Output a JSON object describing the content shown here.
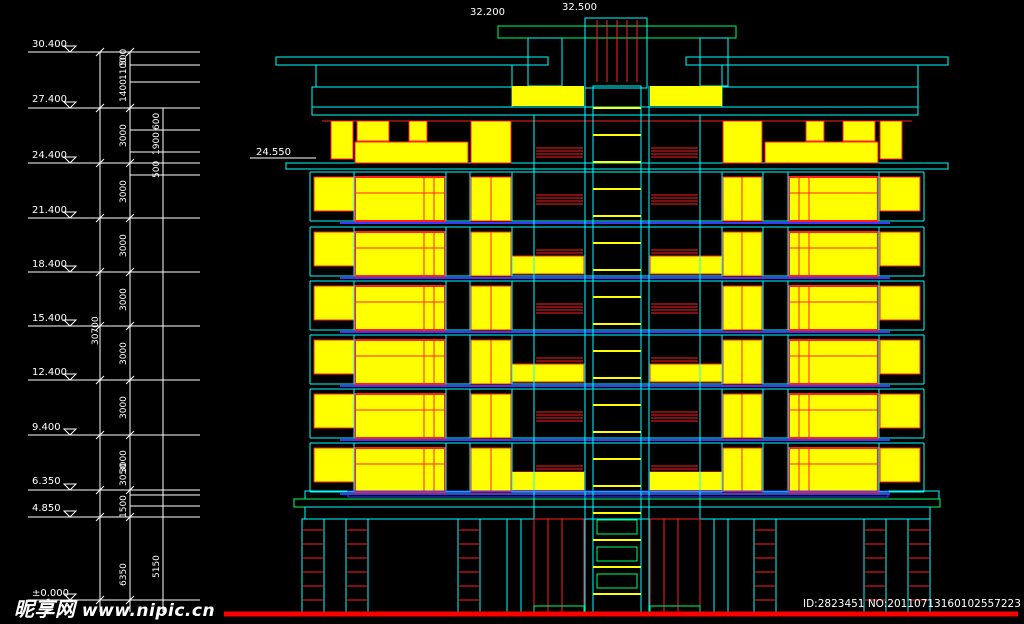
{
  "drawing": {
    "elevation_marks": [
      "30.400",
      "27.400",
      "24.400",
      "21.400",
      "18.400",
      "15.400",
      "12.400",
      "9.400",
      "6.350",
      "4.850",
      "±0.000"
    ],
    "storey_dims": [
      "1400",
      "3000",
      "3000",
      "3000",
      "3000",
      "3000",
      "3000",
      "3000",
      "3050",
      "1500",
      "6350"
    ],
    "detail_dims": [
      "500",
      "1100",
      "600",
      "1900",
      "500",
      "5150"
    ],
    "overall_height": "30700",
    "roof_marks": {
      "left_top": "32.200",
      "center_top": "32.500",
      "side": "24.550"
    }
  },
  "watermark": {
    "site_cn": "昵享网",
    "site_url": "www.nipic.cn",
    "image_id": "ID:2823451 NO:20110713160102557223"
  },
  "colors": {
    "background": "#000000",
    "outline": "#00ffff",
    "glazing": "#ffff00",
    "frame_red": "#ff2020",
    "dimension_white": "#ffffff",
    "ground_line": "#ff0000",
    "accent_green": "#00ff66",
    "accent_blue": "#3a3aff"
  }
}
